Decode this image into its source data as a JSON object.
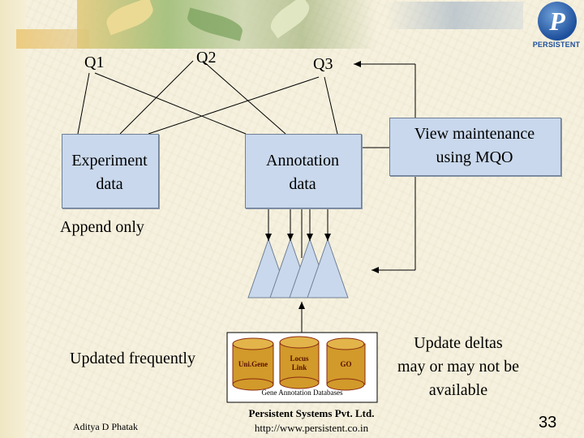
{
  "queries": {
    "q1": "Q1",
    "q2": "Q2",
    "q3": "Q3"
  },
  "boxes": {
    "experiment": [
      "Experiment",
      "data"
    ],
    "annotation": [
      "Annotation",
      "data"
    ],
    "view_maintenance": [
      "View maintenance",
      "using MQO"
    ]
  },
  "labels": {
    "append_only": "Append only",
    "updated_frequently": "Updated frequently",
    "update_deltas": [
      "Update deltas",
      "may or may not be",
      "available"
    ]
  },
  "databases": {
    "unigene": "Uni.Gene",
    "locuslink": [
      "Locus",
      "Link"
    ],
    "go": "GO",
    "caption": "Gene Annotation Databases"
  },
  "footer": {
    "author": "Aditya D Phatak",
    "company": "Persistent Systems Pvt. Ltd.",
    "url": "http://www.persistent.co.in",
    "page_number": "33"
  },
  "logo": {
    "word": "PERSISTENT",
    "glyph": "P"
  },
  "colors": {
    "box_fill": "#c9d8ec",
    "triangle_fill": "#c9d8ec",
    "db_fill": "#d19a2a",
    "db_border": "#8b2a10"
  }
}
